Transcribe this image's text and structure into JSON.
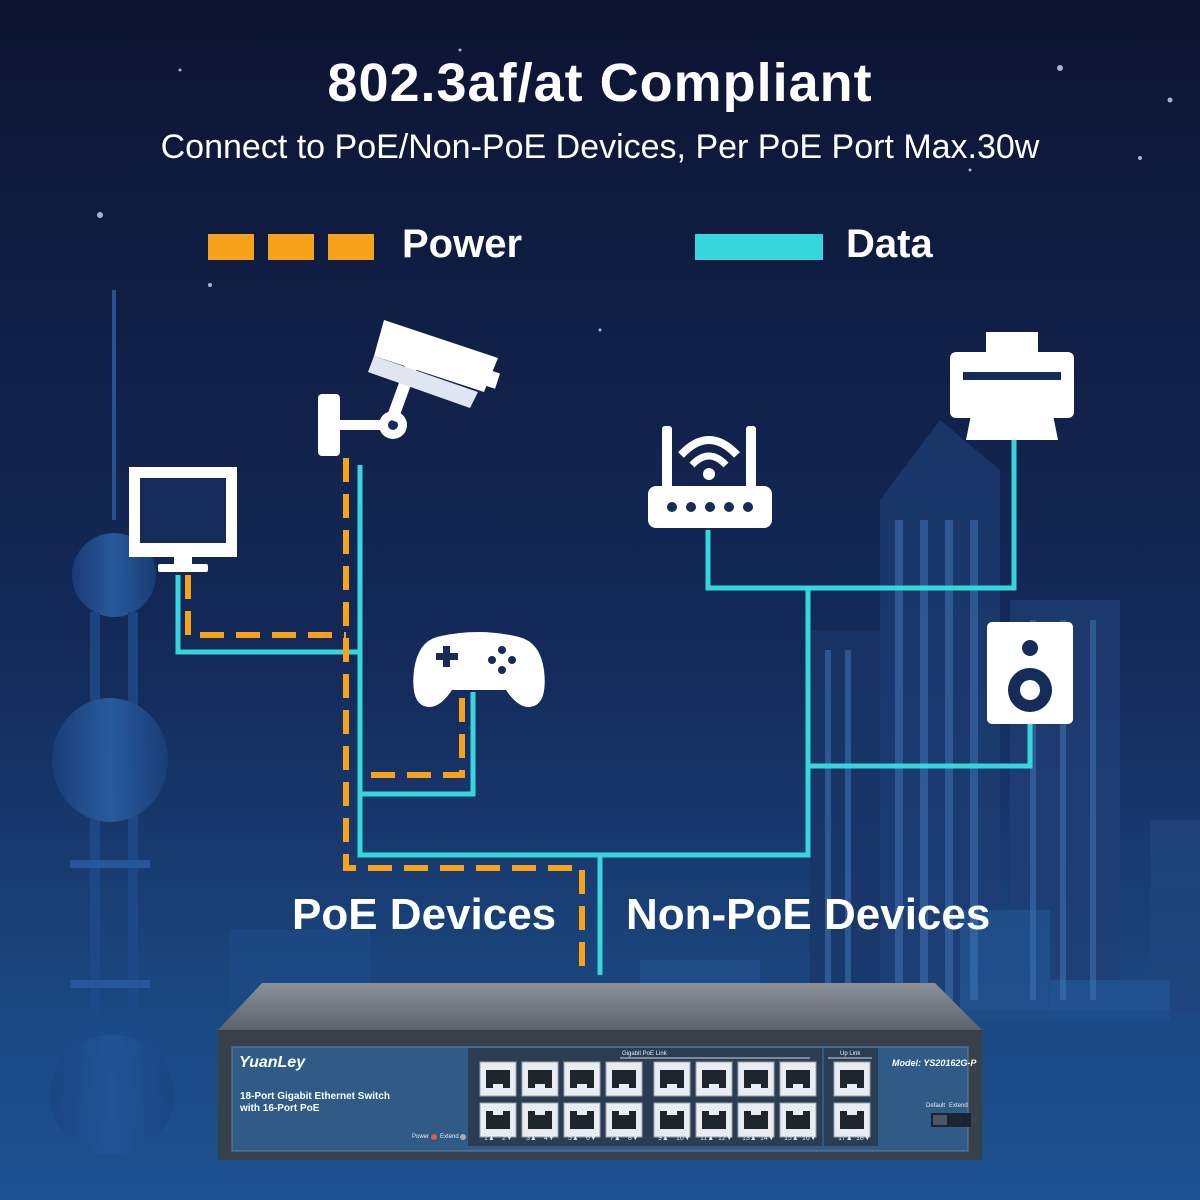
{
  "headline": {
    "title": "802.3af/at Compliant",
    "subtitle": "Connect to PoE/Non-PoE Devices, Per PoE Port Max.30w"
  },
  "legend": [
    {
      "label": "Power",
      "style": "dashed",
      "color": "#f6a21a"
    },
    {
      "label": "Data",
      "style": "solid",
      "color": "#35d6dc"
    }
  ],
  "groups": {
    "poe": "PoE Devices",
    "non_poe": "Non-PoE Devices"
  },
  "devices": {
    "poe": [
      "monitor-icon",
      "security-camera-icon",
      "gamepad-icon"
    ],
    "non_poe": [
      "wifi-router-icon",
      "printer-icon",
      "speaker-icon"
    ]
  },
  "switch": {
    "brand": "YuanLey",
    "description_line1": "18-Port Gigabit Ethernet Switch",
    "description_line2": "with 16-Port PoE",
    "model": "Model: YS20162G-P",
    "poe_group_label": "Gigabit PoE Link",
    "uplink_label": "Up Link",
    "power_led": "Power",
    "extend_led": "Extend",
    "default_label": "Default",
    "extend_label": "Extend",
    "port_labels": [
      "1▲",
      "2▼",
      "3▲",
      "4▼",
      "5▲",
      "6▼",
      "7▲",
      "8▼",
      "9▲",
      "10▼",
      "11▲",
      "12▼",
      "13▲",
      "14▼",
      "15▲",
      "16▼",
      "17▲",
      "18▼"
    ]
  },
  "colors": {
    "background_top": "#0d1636",
    "background_bottom": "#1a4a86",
    "power_line": "#f6a21a",
    "data_line": "#35d6dc",
    "icon_fill": "#ffffff"
  }
}
